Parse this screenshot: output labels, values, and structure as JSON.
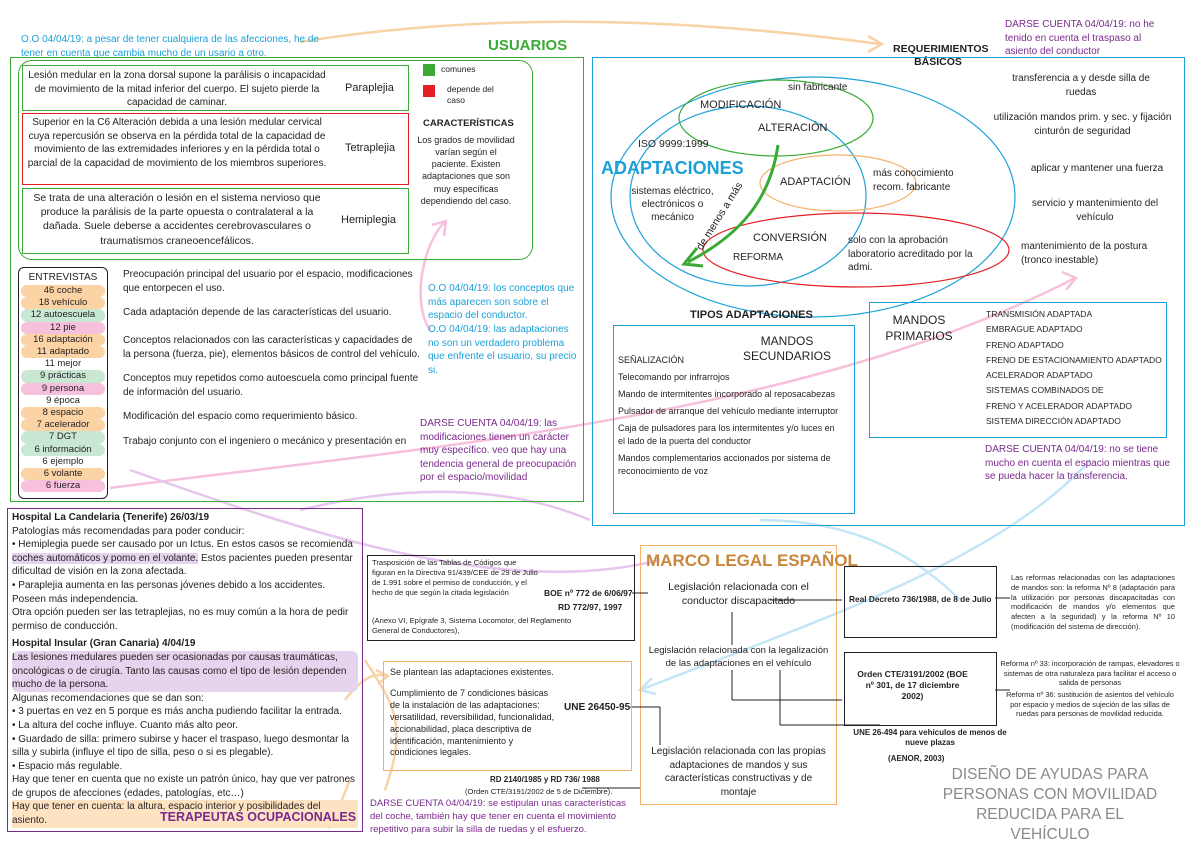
{
  "notes": {
    "oo_top": "O.O 04/04/19: a pesar de tener cualquiera de las afecciones, he de tener en cuenta que cambia mucho de un usario a otro.",
    "darse_top_right": "DARSE CUENTA 04/04/19: no he tenido en cuenta el traspaso al asiento del conductor",
    "oo_conceptos": "O.O 04/04/19: los conceptos que más aparecen son sobre el espacio del conductor.",
    "oo_adaptaciones": "O.O 04/04/19: las adaptaciones no son un verdadero problema que enfrente el usuario, su precio si.",
    "darse_modificaciones": "DARSE CUENTA 04/04/19: las modificaciones tienen un carácter muy específico.  veo que hay una tendencia general de preocupación por el espacio/movilidad",
    "darse_espacio": "DARSE CUENTA 04/04/19: no se tiene mucho en cuenta el espacio mientras que se pueda hacer la transferencia.",
    "darse_coche": "DARSE CUENTA 04/04/19: se estipulan unas características del coche, también hay que tener en cuenta el movimiento repetitivo para subir la silla de ruedas y el esfuerzo."
  },
  "usuarios": {
    "title": "USUARIOS",
    "conditions": [
      {
        "desc": "Lesión medular en la zona dorsal supone la parálisis o incapacidad de movimiento de la mitad inferior del cuerpo. El sujeto pierde la capacidad de caminar.",
        "name": "Paraplejia"
      },
      {
        "desc": "Superior en la C6 Alteración debida a una lesión medular cervical cuya repercusión se observa en la pérdida total de la capacidad de movimiento de las extremidades inferiores y en la pérdida total o parcial de la capacidad de movimiento de los miembros superiores.",
        "name": "Tetraplejia"
      },
      {
        "desc": "Se trata de una alteración o lesión en el sistema nervioso que produce la parálisis de la parte opuesta o contralateral a la dañada. Suele deberse a accidentes cerebrovasculares o traumatismos craneoencefálicos.",
        "name": "Hemiplegia"
      }
    ],
    "legend_comunes": "comunes",
    "legend_depende": "depende del caso",
    "caracteristicas_title": "CARACTERÍSTICAS",
    "caracteristicas_text": "Los grados de movilidad varían según el paciente. Existen adaptaciones que son muy específicas dependiendo del caso."
  },
  "entrevistas": {
    "title": "ENTREVISTAS",
    "items": [
      {
        "label": "46 coche",
        "color": "#fbd3a5"
      },
      {
        "label": "18 vehículo",
        "color": "#fbd3a5"
      },
      {
        "label": "12 autoescuela",
        "color": "#c9e8d3"
      },
      {
        "label": "12 pie",
        "color": "#f7c0dc"
      },
      {
        "label": "16 adaptación",
        "color": "#fbd3a5"
      },
      {
        "label": "11 adaptado",
        "color": "#fbd3a5"
      },
      {
        "label": "11 mejor",
        "color": "#ffffff"
      },
      {
        "label": "9 prácticas",
        "color": "#c9e8d3"
      },
      {
        "label": "9 persona",
        "color": "#f7c0dc"
      },
      {
        "label": "9 época",
        "color": "#ffffff"
      },
      {
        "label": "8 espacio",
        "color": "#fbd3a5"
      },
      {
        "label": "7 acelerador",
        "color": "#fbd3a5"
      },
      {
        "label": "7 DGT",
        "color": "#c9e8d3"
      },
      {
        "label": "6 información",
        "color": "#c9e8d3"
      },
      {
        "label": "6 ejemplo",
        "color": "#ffffff"
      },
      {
        "label": "6 volante",
        "color": "#fbd3a5"
      },
      {
        "label": "6 fuerza",
        "color": "#f7c0dc"
      }
    ],
    "findings": [
      "Preocupación principal del usuario por el espacio, modificaciones que entorpecen el uso.",
      "Cada adaptación depende de las características del usuario.",
      "Conceptos relacionados con las características y capacidades de la persona (fuerza, pie), elementos básicos de control del vehículo.",
      "Conceptos muy repetidos como autoescuela como principal fuente de información del usuario.",
      "Modificación del espacio como requerimiento básico.",
      "Trabajo conjunto con el ingeniero o mecánico y presentación en"
    ]
  },
  "requerimientos": {
    "title": "REQUERIMIENTOS BÁSICOS",
    "items": [
      "transferencia a y desde silla de ruedas",
      "utilización mandos prim. y sec. y fijación cinturón de seguridad",
      "aplicar y mantener una fuerza",
      "servicio y mantenimiento del vehículo",
      "mantenimiento de la postura (tronco inestable)"
    ]
  },
  "adaptaciones": {
    "title": "ADAPTACIONES",
    "iso": "ISO 9999:1999",
    "systems": "sistemas eléctrico, electrónicos o mecánico",
    "modificacion": "MODIFICACIÓN",
    "alteracion": "ALTERACIÓN",
    "sin_fabricante": "sin fabricante",
    "adaptacion": "ADAPTACIÓN",
    "mas_conocimiento": "más conocimiento recom. fabricante",
    "conversion": "CONVERSIÓN",
    "reforma": "REFORMA",
    "solo_con": "solo con la aprobación laboratorio acreditado por la admi.",
    "arrow_label": "de menos a más"
  },
  "tipos": {
    "title": "TIPOS ADAPTACIONES",
    "secundarios_title": "MANDOS SECUNDARIOS",
    "secundarios": [
      "SEÑALIZACIÓN",
      "Telecomando por infrarrojos",
      "Mando de intermitentes incorporado al reposacabezas",
      "Pulsador de arranque del vehículo mediante interruptor",
      "Caja de pulsadores para los intermitentes y/o luces en el lado de la puerta del conductor",
      "Mandos complementarios accionados por sistema de reconocimiento de voz"
    ],
    "primarios_title": "MANDOS PRIMARIOS",
    "primarios": [
      "TRANSMISIÓN ADAPTADA",
      "EMBRAGUE ADAPTADO",
      "FRENO ADAPTADO",
      "FRENO DE ESTACIONAMIENTO ADAPTADO",
      "ACELERADOR ADAPTADO",
      "SISTEMAS COMBINADOS DE",
      "FRENO Y ACELERADOR ADAPTADO",
      "SISTEMA DIRECCIÓN ADAPTADO"
    ]
  },
  "terapeutas": {
    "title": "TERAPEUTAS OCUPACIONALES",
    "h1": "Hospital La Candelaria (Tenerife) 26/03/19",
    "p1": "Patologías más recomendadas para poder conducir:",
    "p2a": "• Hemiplegia puede ser causado por un Ictus. En estos casos se recomienda ",
    "p2b": "coches automáticos y pomo en el volante.",
    "p2c": " Estos pacientes pueden presentar dificultad de visión en la zona afectada.",
    "p3": "• Paraplejia aumenta en las personas jóvenes debido a los accidentes. Poseen más independencia.",
    "p4": "Otra opción pueden ser las tetraplejias, no es muy común a la hora de pedir permiso de conducción.",
    "h2": "Hospital Insular (Gran Canaria) 4/04/19",
    "p5": "Las lesiones medulares pueden ser ocasionadas por causas traumáticas, oncológicas o de cirugía. Tanto las causas como el tipo de lesión dependen mucho de la persona.",
    "p6": "Algunas recomendaciones que se dan son:",
    "p7": "• 3 puertas en vez en 5 porque es más ancha pudiendo facilitar la entrada.",
    "p8": "• La altura del coche influye. Cuanto más alto peor.",
    "p9": "• Guardado de silla: primero subirse y hacer el traspaso, luego desmontar la silla y subirla (influye el tipo de silla, peso o si es plegable).",
    "p10": "• Espacio más regulable.",
    "p11": "Hay que tener en cuenta que no existe un patrón único, hay que ver patrones de grupos de afecciones (edades, patologías, etc…)",
    "p12": "Hay que tener en cuenta: la altura, espacio interior y posibilidades del asiento."
  },
  "marco": {
    "title": "MARCO LEGAL ESPAÑOL",
    "leg1": "Legislación relacionada con el conductor discapacitado",
    "leg2": "Legislación relacionada con la legalización de las adaptaciones en el vehículo",
    "leg3": "Legislación relacionada con las propias adaptaciones de mandos y sus características constructivas y de montaje",
    "trasposicion": "Trasposición de las Tablas de Códigos que figuran en la Directiva 91/439/CEE de 29 de Julio de 1.991 sobre el permiso de conducción, y el hecho de que según la citada legislación",
    "anexo": "(Anexo VI, Epígrafe 3, Sistema Locomotor, del Reglamento General de Conductores),",
    "boe772": "BOE nº 772 de 6/06/97",
    "rd772": "RD 772/97, 1997",
    "plantean": "Se plantean las adaptaciones existentes.",
    "cumplimiento": "Cumplimiento de 7 condiciones básicas de la instalación de las adaptaciones: versatilidad, reversibilidad, funcionalidad, accionabilidad, placa descriptiva de identificación, mantenimiento y condiciones legales.",
    "une26450": "UNE 26450-95",
    "rd2140": "RD 2140/1985 y RD 736/ 1988",
    "orden_cte_small": "(Orden CTE/3191/2002 de 5 de Diciembre).",
    "rd736": "Real Decreto 736/1988, de 8 de Julio",
    "reformas_text": "Las reformas relacionadas con las adaptaciones de mandos son: la reforma Nº 8 (adaptación para la utilización por personas discapacitadas con modificación de mandos y/o elementos que afecten a la seguridad) y la reforma Nº 10 (modificación del sistema de dirección).",
    "orden_cte": "Orden CTE/3191/2002 (BOE nº 301, de 17 diciembre 2002)",
    "reforma33": "Reforma nº 33: incorporación de rampas, elevadores o sistemas de otra naturaleza para facilitar el acceso o salida de personas",
    "reforma36": "Reforma nº 36: sustitución de asientos del vehículo por espacio y medios de sujeción de las sillas de ruedas para personas de movilidad reducida.",
    "une26494": "UNE 26-494 para vehículos de menos de nueve plazas",
    "aenor": "(AENOR, 2003)"
  },
  "footer_title": "DISEÑO DE AYUDAS PARA PERSONAS CON MOVILIDAD REDUCIDA PARA EL VEHÍCULO",
  "colors": {
    "green": "#3aaa35",
    "red": "#e31e24",
    "blue": "#1ba1d8",
    "purple": "#7a2a8c",
    "orange": "#f6b26b"
  }
}
